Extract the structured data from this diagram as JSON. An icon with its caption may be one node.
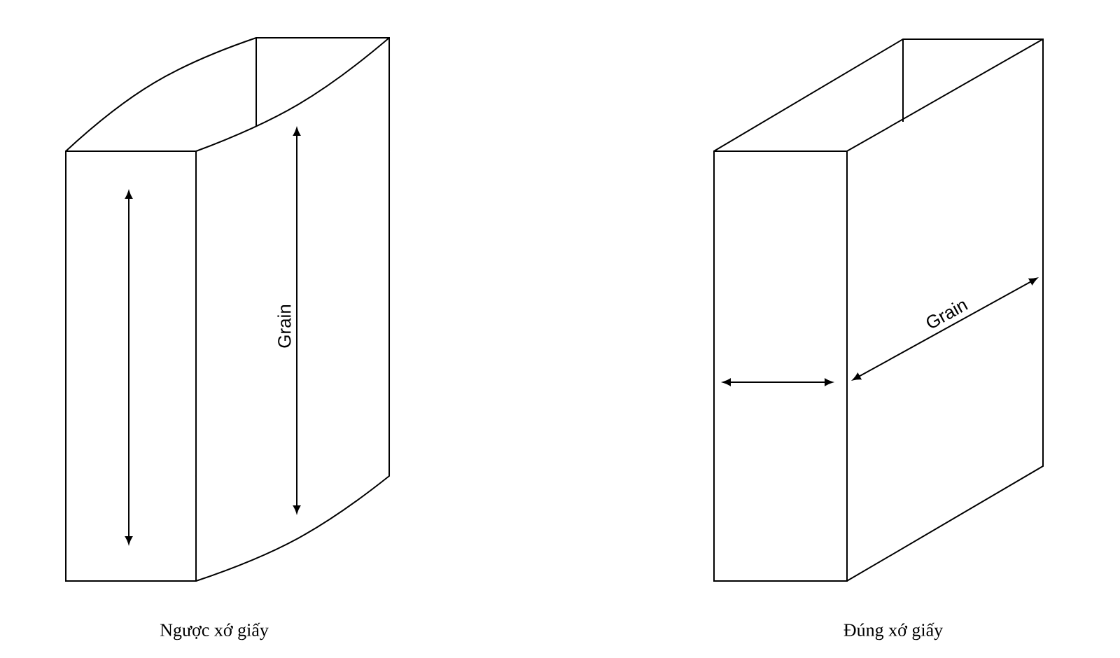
{
  "diagram": {
    "labels": [
      "Grain",
      "Grain",
      "Ngược xớ giấy",
      "Đúng xớ giấy"
    ]
  }
}
